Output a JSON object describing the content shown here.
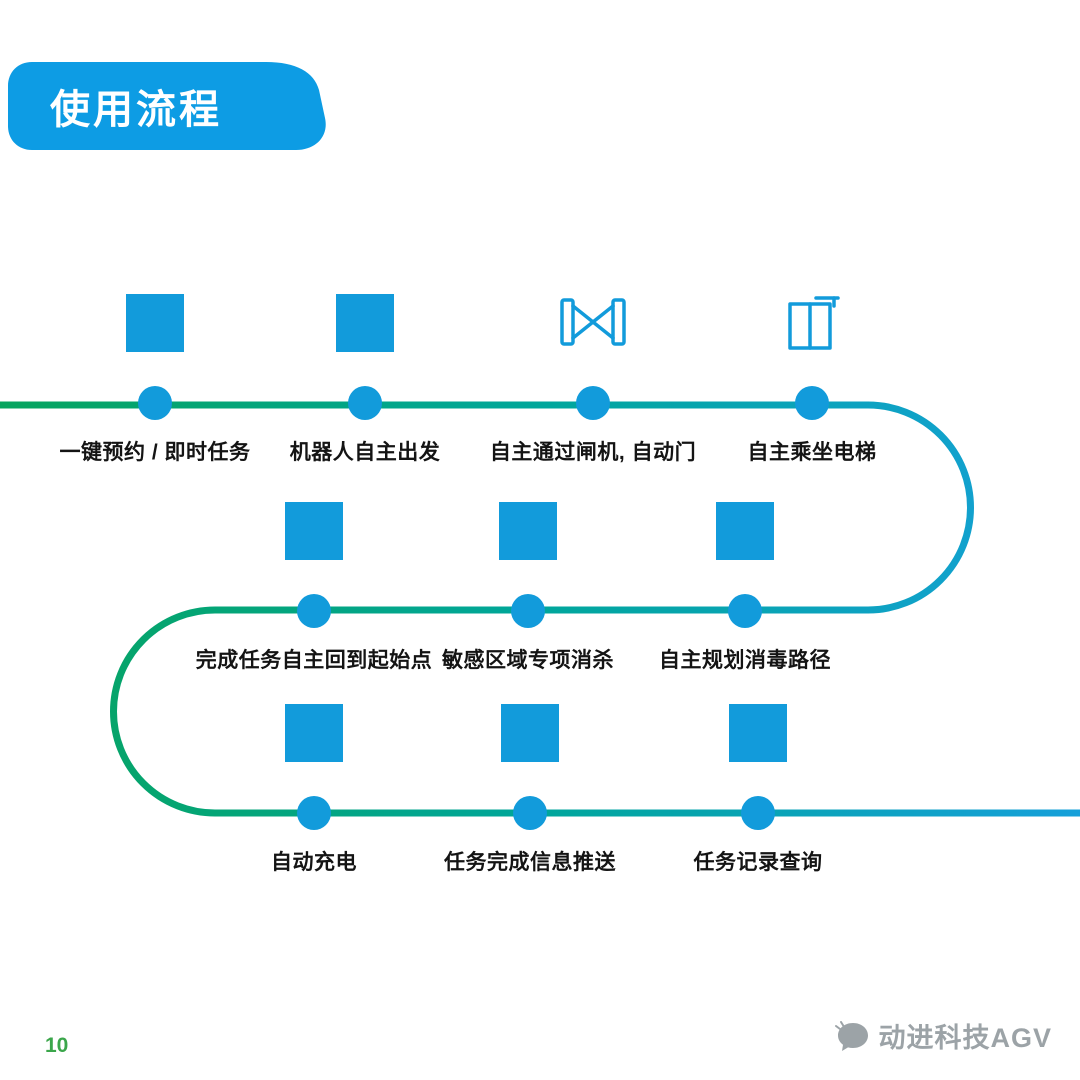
{
  "badge": {
    "title": "使用流程"
  },
  "flow": {
    "rows": [
      {
        "steps": [
          {
            "label": "一键预约 / 即时任务",
            "icon": "square"
          },
          {
            "label": "机器人自主出发",
            "icon": "square"
          },
          {
            "label": "自主通过闸机, 自动门",
            "icon": "gate"
          },
          {
            "label": "自主乘坐电梯",
            "icon": "elevator"
          }
        ]
      },
      {
        "steps": [
          {
            "label": "完成任务自主回到起始点",
            "icon": "square"
          },
          {
            "label": "敏感区域专项消杀",
            "icon": "square"
          },
          {
            "label": "自主规划消毒路径",
            "icon": "square"
          }
        ]
      },
      {
        "steps": [
          {
            "label": "自动充电",
            "icon": "square"
          },
          {
            "label": "任务完成信息推送",
            "icon": "square"
          },
          {
            "label": "任务记录查询",
            "icon": "square"
          }
        ]
      }
    ]
  },
  "footer": {
    "page_number": "10",
    "brand": "动进科技AGV"
  },
  "colors": {
    "accent_blue": "#129BDB",
    "badge_blue": "#0D9CE4",
    "line_green": "#07A45E",
    "line_teal": "#00A69B",
    "line_blue": "#16A0DA",
    "page_number_green": "#3BA64B",
    "brand_gray": "#9CA3A7"
  }
}
